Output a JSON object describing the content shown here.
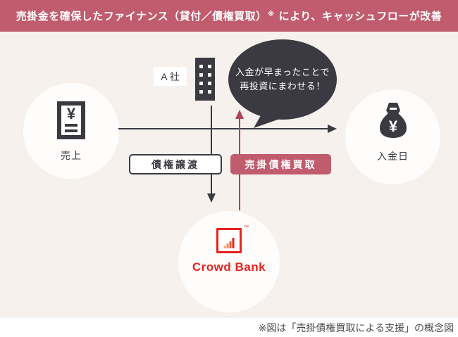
{
  "header": {
    "title_main": "売掛金を確保したファイナンス（貸付／債権買取）",
    "title_note_mark": "※",
    "title_rest": " により、キャッシュフローが改善"
  },
  "nodes": {
    "sales": {
      "label": "売上"
    },
    "payment": {
      "label": "入金日"
    },
    "company": {
      "label": "A 社"
    },
    "crowd_bank": {
      "name": "Crowd Bank",
      "trademark": "™"
    }
  },
  "icon_glyphs": {
    "yen": "¥"
  },
  "labels": {
    "transfer_box": "債権譲渡",
    "purchase_box": "売掛債権買取"
  },
  "speech_bubble": {
    "line1": "入金が早まったことで",
    "line2": "再投資にまわせる！"
  },
  "footer": {
    "note": "※図は「売掛債権買取による支援」の概念図"
  },
  "colors": {
    "banner": "#c05c6d",
    "accent_box": "#c05c6d",
    "arrow_red": "#b04156",
    "dark": "#3b3a42",
    "background_beige": "#f6f1ec",
    "logo_red": "#e6231e"
  }
}
